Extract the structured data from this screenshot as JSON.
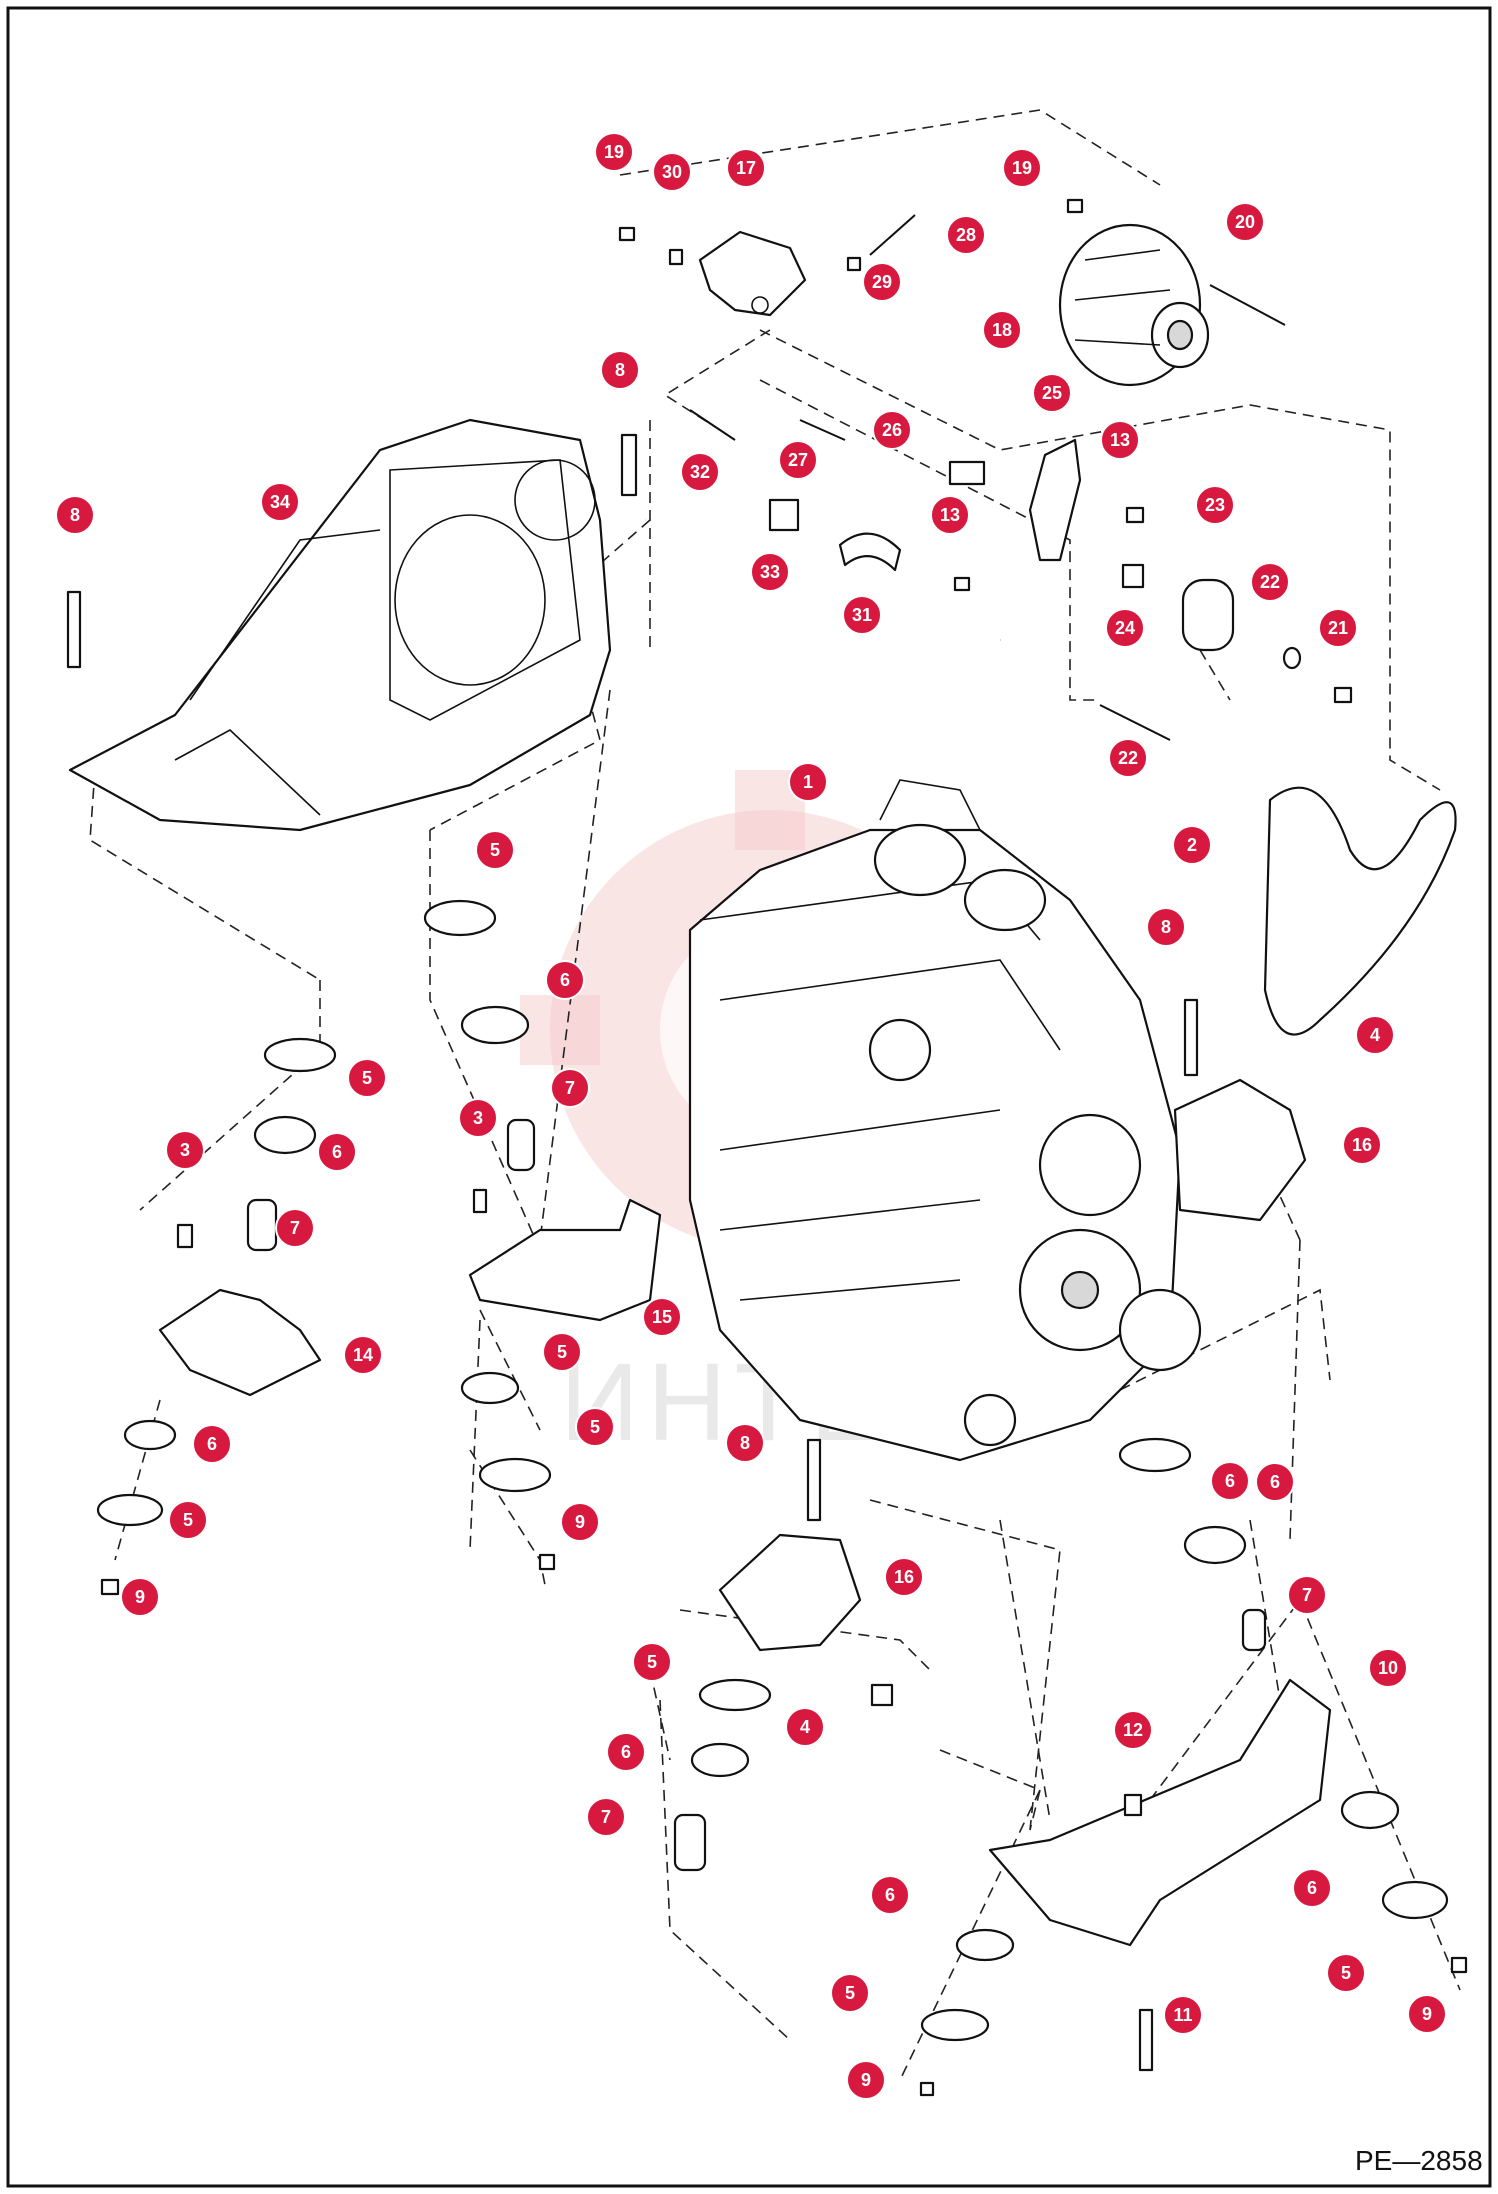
{
  "diagram": {
    "code": "PE—2858",
    "watermark": "ИНТЕХ",
    "callouts": [
      {
        "n": "19"
      },
      {
        "n": "30"
      },
      {
        "n": "17"
      },
      {
        "n": "19"
      },
      {
        "n": "20"
      },
      {
        "n": "28"
      },
      {
        "n": "29"
      },
      {
        "n": "18"
      },
      {
        "n": "8"
      },
      {
        "n": "34"
      },
      {
        "n": "8"
      },
      {
        "n": "32"
      },
      {
        "n": "27"
      },
      {
        "n": "26"
      },
      {
        "n": "25"
      },
      {
        "n": "13"
      },
      {
        "n": "23"
      },
      {
        "n": "13"
      },
      {
        "n": "33"
      },
      {
        "n": "31"
      },
      {
        "n": "22"
      },
      {
        "n": "21"
      },
      {
        "n": "24"
      },
      {
        "n": "22"
      },
      {
        "n": "1"
      },
      {
        "n": "2"
      },
      {
        "n": "5"
      },
      {
        "n": "8"
      },
      {
        "n": "6"
      },
      {
        "n": "4"
      },
      {
        "n": "5"
      },
      {
        "n": "7"
      },
      {
        "n": "3"
      },
      {
        "n": "3"
      },
      {
        "n": "6"
      },
      {
        "n": "16"
      },
      {
        "n": "7"
      },
      {
        "n": "15"
      },
      {
        "n": "14"
      },
      {
        "n": "6"
      },
      {
        "n": "5"
      },
      {
        "n": "6"
      },
      {
        "n": "5"
      },
      {
        "n": "8"
      },
      {
        "n": "6"
      },
      {
        "n": "5"
      },
      {
        "n": "9"
      },
      {
        "n": "9"
      },
      {
        "n": "16"
      },
      {
        "n": "7"
      },
      {
        "n": "10"
      },
      {
        "n": "5"
      },
      {
        "n": "4"
      },
      {
        "n": "6"
      },
      {
        "n": "12"
      },
      {
        "n": "7"
      },
      {
        "n": "6"
      },
      {
        "n": "6"
      },
      {
        "n": "5"
      },
      {
        "n": "5"
      },
      {
        "n": "9"
      },
      {
        "n": "11"
      },
      {
        "n": "9"
      }
    ]
  }
}
